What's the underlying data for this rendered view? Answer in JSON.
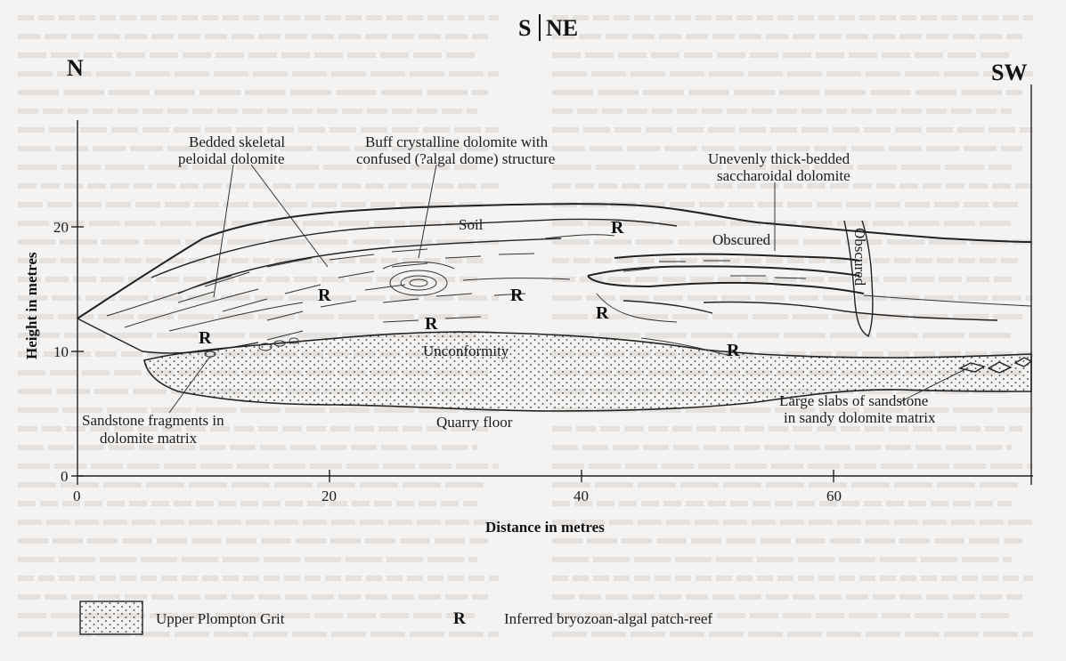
{
  "compass": {
    "north": "N",
    "south": "S",
    "north_east": "NE",
    "south_west": "SW"
  },
  "axes": {
    "y_label": "Height in metres",
    "x_label": "Distance in metres",
    "y_ticks": [
      "20",
      "10",
      "0"
    ],
    "x_ticks": [
      "0",
      "20",
      "40",
      "60"
    ]
  },
  "annotations": {
    "bedded_1": "Bedded skeletal",
    "bedded_2": "peloidal dolomite",
    "buff_1": "Buff crystalline dolomite with",
    "buff_2": "confused (?algal dome) structure",
    "unevenly_1": "Unevenly thick-bedded",
    "unevenly_2": "saccharoidal dolomite",
    "soil": "Soil",
    "obscured_h": "Obscured",
    "obscured_v": "Obscured",
    "unconformity": "Unconformity",
    "quarry_floor": "Quarry floor",
    "sandstone_frag_1": "Sandstone fragments in",
    "sandstone_frag_2": "dolomite matrix",
    "large_slabs_1": "Large slabs of sandstone",
    "large_slabs_2": "in sandy dolomite matrix",
    "reef_marker": "R"
  },
  "legend": {
    "grit_label": "Upper Plompton Grit",
    "reef_symbol": "R",
    "reef_label": "Inferred bryozoan-algal patch-reef"
  },
  "colors": {
    "paper": "#f4f3f1",
    "ink": "#1d1d1d",
    "show_through": "#cfcccc"
  }
}
